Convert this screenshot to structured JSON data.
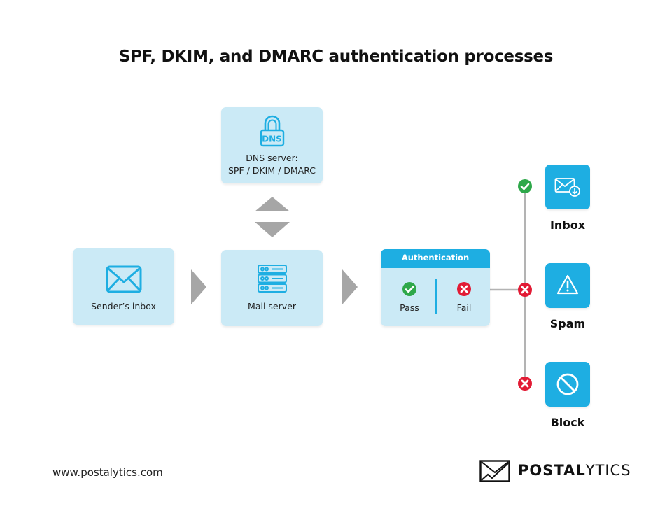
{
  "title": "SPF, DKIM, and DMARC authentication processes",
  "colors": {
    "box_fill": "#cbeaf6",
    "accent_blue": "#1eaee2",
    "arrow_gray": "#a6a6a6",
    "connector_gray": "#b3b3b3",
    "pass_green": "#2ea84a",
    "fail_red": "#e21b35"
  },
  "nodes": {
    "dns_server": {
      "icon": "dns-lock-icon",
      "icon_text": "DNS",
      "label_line1": "DNS server:",
      "label_line2": "SPF / DKIM / DMARC"
    },
    "sender_inbox": {
      "icon": "envelope-icon",
      "label": "Sender’s inbox"
    },
    "mail_server": {
      "icon": "server-rack-icon",
      "label": "Mail server"
    },
    "authentication": {
      "header": "Authentication",
      "pass_label": "Pass",
      "fail_label": "Fail"
    }
  },
  "outcomes": [
    {
      "label": "Inbox",
      "icon": "inbox-download-icon",
      "status": "pass"
    },
    {
      "label": "Spam",
      "icon": "warning-icon",
      "status": "fail"
    },
    {
      "label": "Block",
      "icon": "block-icon",
      "status": "fail"
    }
  ],
  "footer": {
    "url": "www.postalytics.com",
    "brand_bold": "POSTAL",
    "brand_light": "YTICS"
  }
}
